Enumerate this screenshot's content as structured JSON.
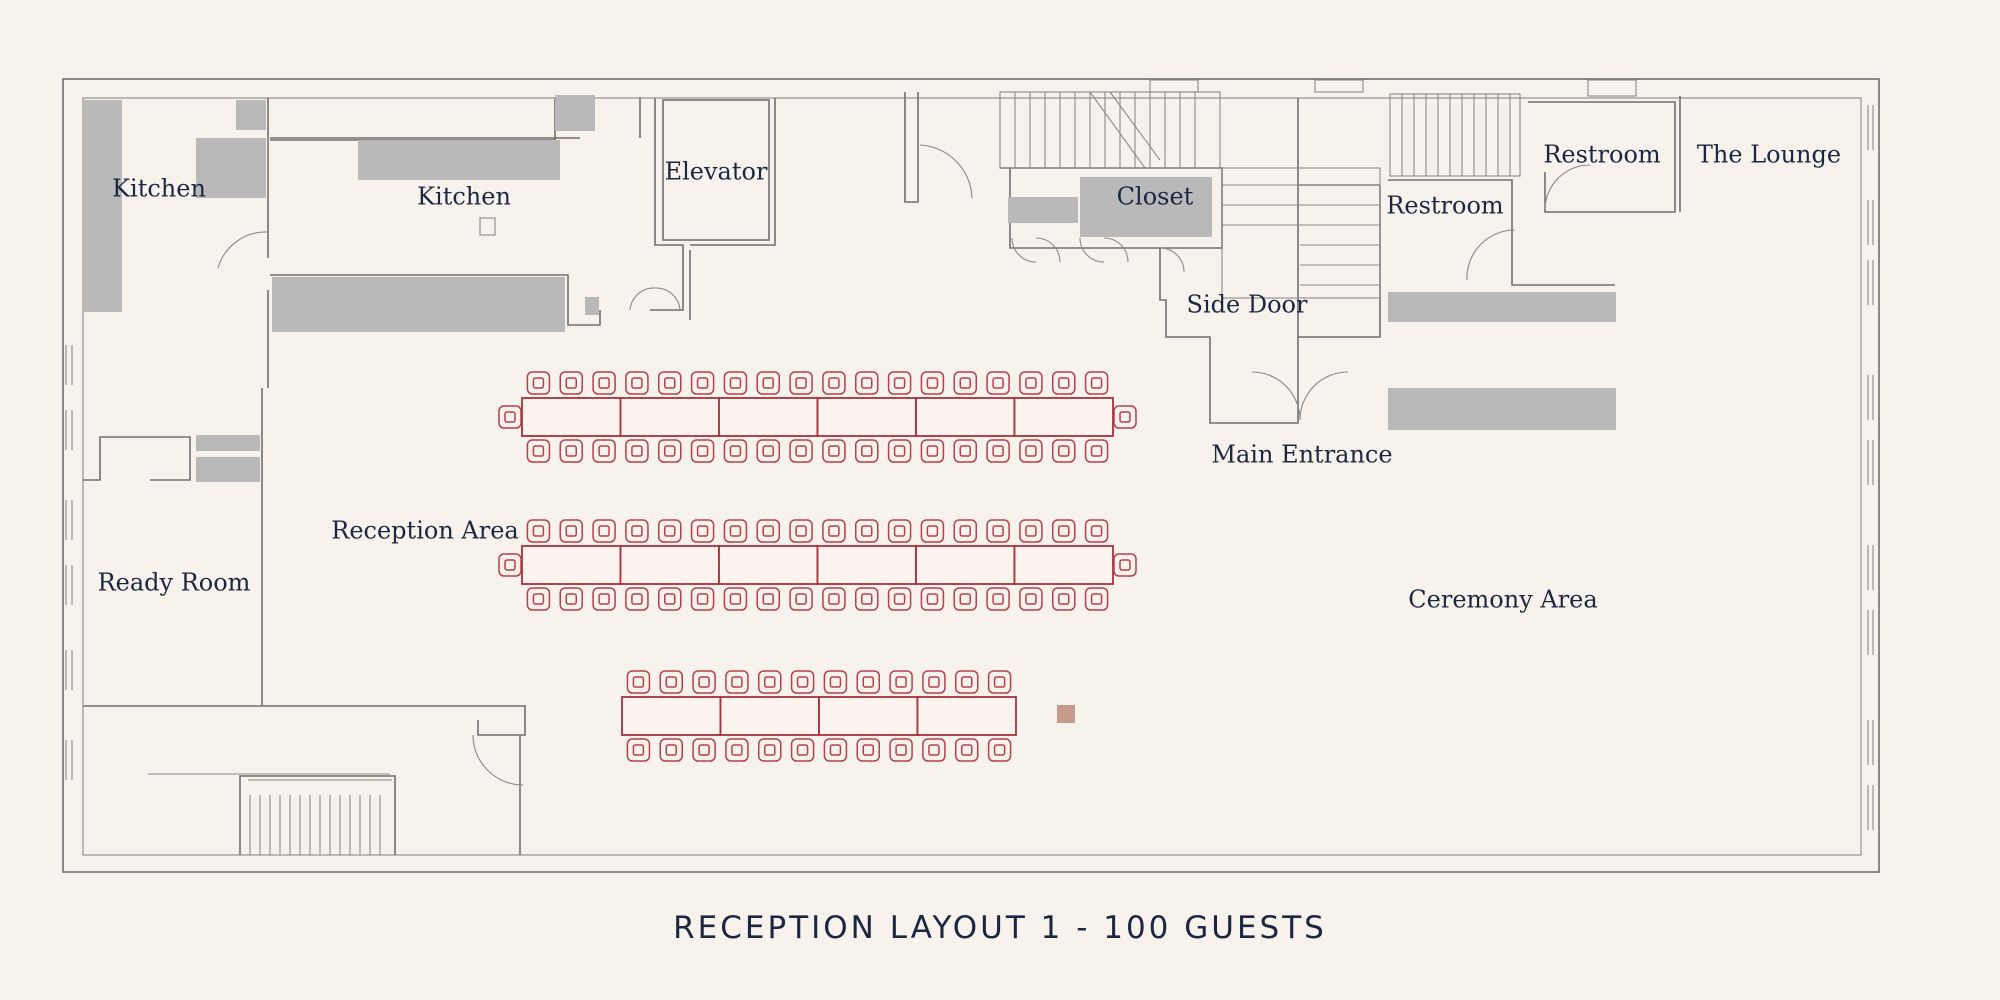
{
  "title": "RECEPTION LAYOUT 1 - 100 GUESTS",
  "rooms": {
    "kitchen_left": "Kitchen",
    "kitchen_main": "Kitchen",
    "elevator": "Elevator",
    "closet": "Closet",
    "side_door": "Side Door",
    "restroom_1": "Restroom",
    "restroom_2": "Restroom",
    "lounge": "The Lounge",
    "main_entrance": "Main Entrance",
    "reception_area": "Reception Area",
    "ready_room": "Ready Room",
    "ceremony_area": "Ceremony Area"
  },
  "colors": {
    "table_stroke": "#a8313b",
    "chair_stroke": "#b5404a",
    "wall": "#6f6f6f",
    "fixture": "#b9b9b9",
    "text": "#1b2742",
    "background": "#f8f2ec"
  },
  "seating": {
    "table_rows": [
      {
        "tables": 6,
        "chairs_per_side": 18,
        "end_chairs": true
      },
      {
        "tables": 6,
        "chairs_per_side": 18,
        "end_chairs": true
      },
      {
        "tables": 4,
        "chairs_per_side": 12,
        "end_chairs": false
      }
    ]
  }
}
